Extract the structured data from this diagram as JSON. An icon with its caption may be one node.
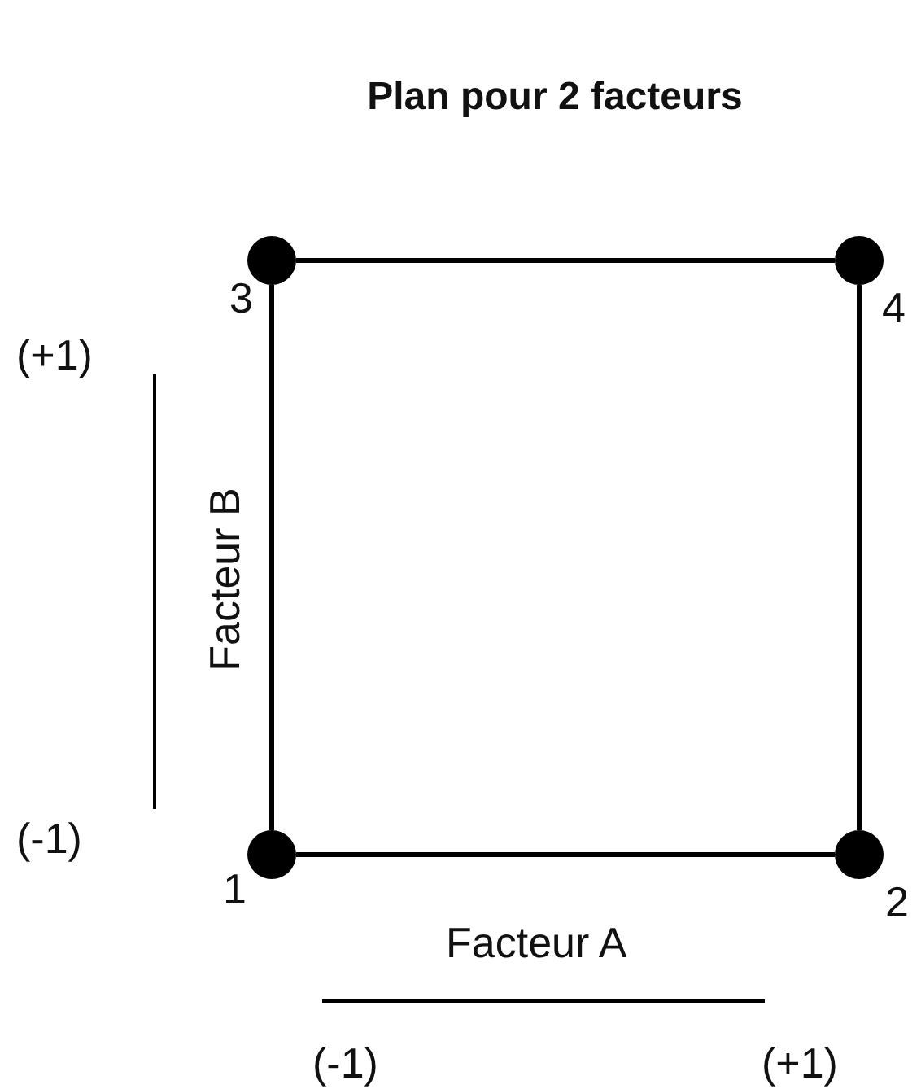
{
  "diagram": {
    "title": "Plan pour 2 facteurs",
    "nodes": [
      {
        "text": [],
        "shape": "circle",
        "beside": [
          "3"
        ]
      },
      {
        "text": [],
        "shape": "circle",
        "beside": [
          "4"
        ]
      },
      {
        "text": [],
        "shape": "circle",
        "beside": [
          "1"
        ]
      },
      {
        "text": [],
        "shape": "circle",
        "beside": [
          "2"
        ]
      }
    ],
    "edges": [
      {
        "from": 0,
        "to": 1,
        "arrow": "none"
      },
      {
        "from": 1,
        "to": 3,
        "arrow": "none"
      },
      {
        "from": 3,
        "to": 2,
        "arrow": "none"
      },
      {
        "from": 2,
        "to": 0,
        "arrow": "none"
      }
    ],
    "labels": [
      "(+1)",
      "Facteur B",
      "(-1)",
      "Facteur A",
      "(-1)",
      "(+1)"
    ]
  }
}
